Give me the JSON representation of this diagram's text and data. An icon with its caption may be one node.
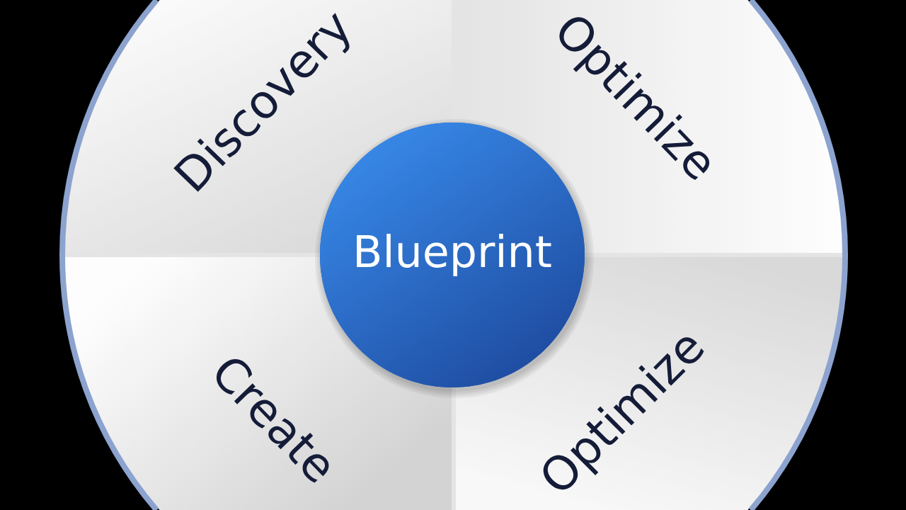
{
  "diagram": {
    "nodes": [
      {
        "text": [
          "Discovery"
        ]
      },
      {
        "text": [
          "Optimize"
        ]
      },
      {
        "text": [
          "Blueprint"
        ]
      },
      {
        "text": [
          "Create"
        ]
      },
      {
        "text": [
          "Optimize"
        ]
      }
    ]
  }
}
